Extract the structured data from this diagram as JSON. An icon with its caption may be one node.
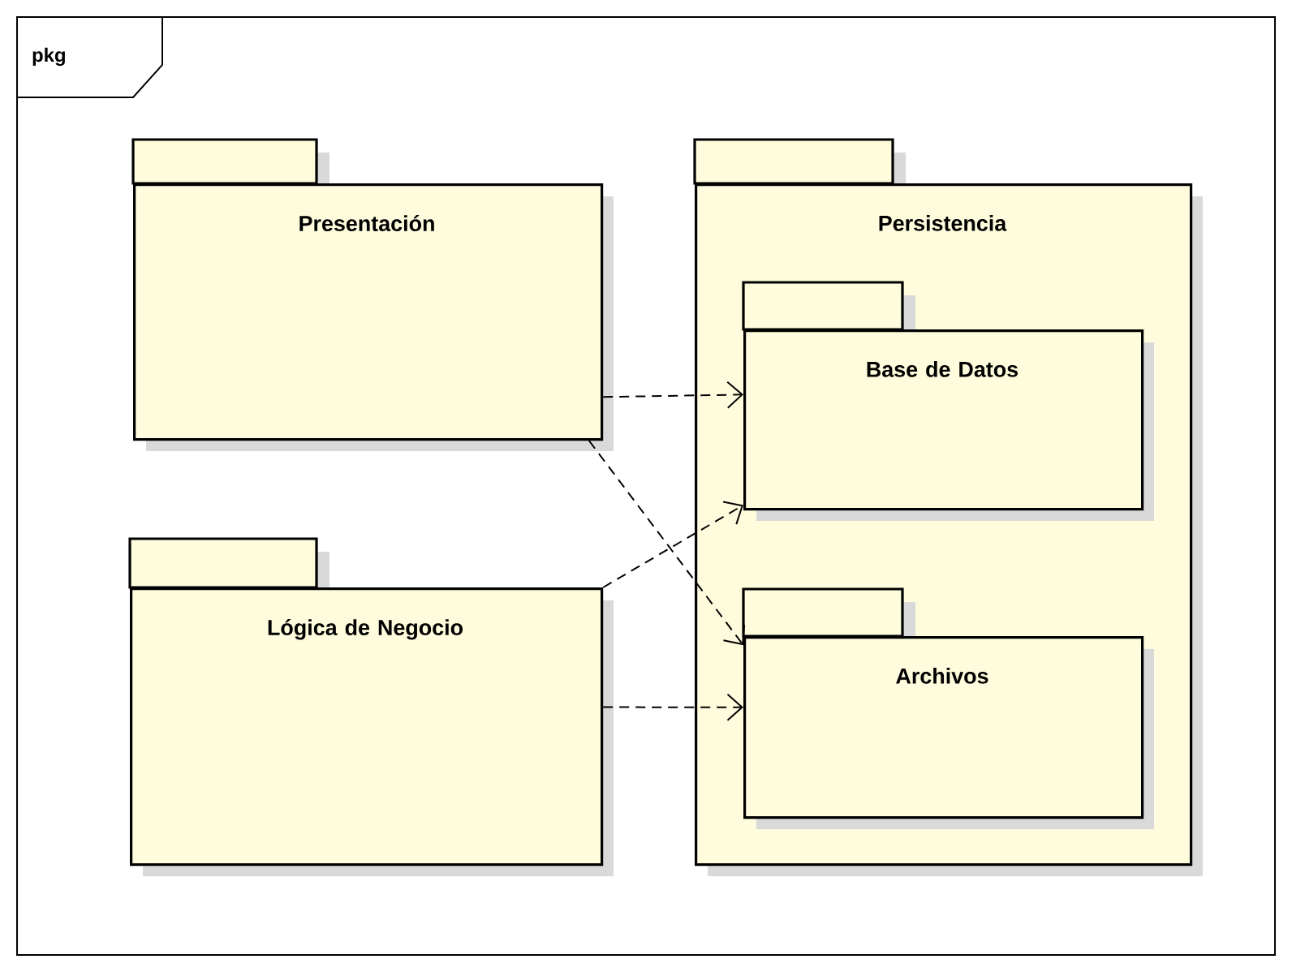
{
  "diagram": {
    "nodes": [
      {
        "text": [
          "pkg"
        ]
      },
      {
        "text": [
          "Presentación"
        ],
        "in": 0
      },
      {
        "text": [
          "Persistencia"
        ],
        "in": 0
      },
      {
        "text": [
          "Base de Datos"
        ],
        "in": 2
      },
      {
        "text": [
          "Lógica de Negocio"
        ],
        "in": 0
      },
      {
        "text": [
          "Archivos"
        ],
        "in": 2
      }
    ],
    "edges": [
      {
        "from": 1,
        "to": 3,
        "arrow": "to",
        "style": "dashed"
      },
      {
        "from": 1,
        "to": 5,
        "arrow": "to",
        "style": "dashed"
      },
      {
        "from": 4,
        "to": 3,
        "arrow": "to",
        "style": "dashed"
      },
      {
        "from": 4,
        "to": 5,
        "arrow": "to",
        "style": "dashed"
      }
    ]
  }
}
